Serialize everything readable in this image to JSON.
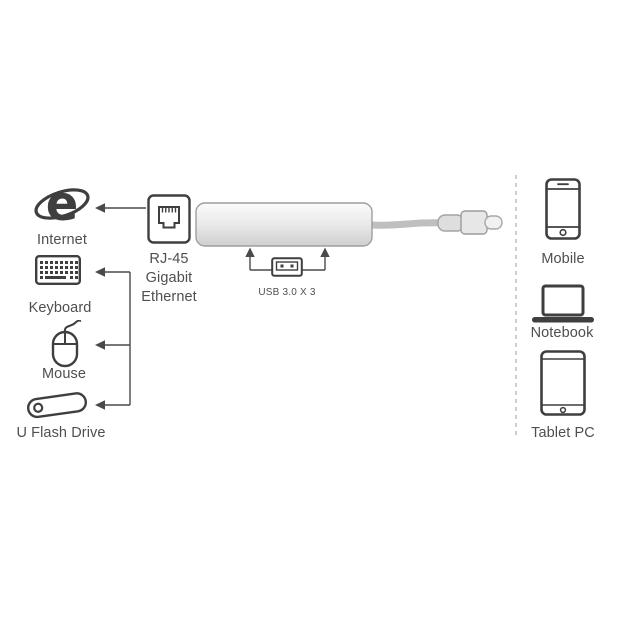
{
  "colors": {
    "line": "#4a4a4a",
    "text": "#4f4f4f",
    "device_stroke": "#3f3f3f"
  },
  "left_devices": {
    "internet": {
      "label": "Internet"
    },
    "keyboard": {
      "label": "Keyboard"
    },
    "mouse": {
      "label": "Mouse"
    },
    "flash_drive": {
      "label": "U Flash Drive"
    }
  },
  "hub": {
    "rj45_label": {
      "line1": "RJ-45",
      "line2": "Gigabit",
      "line3": "Ethernet"
    },
    "usb_ports_label": "USB 3.0 X 3"
  },
  "right_devices": {
    "mobile": {
      "label": "Mobile"
    },
    "notebook": {
      "label": "Notebook"
    },
    "tablet": {
      "label": "Tablet PC"
    }
  }
}
